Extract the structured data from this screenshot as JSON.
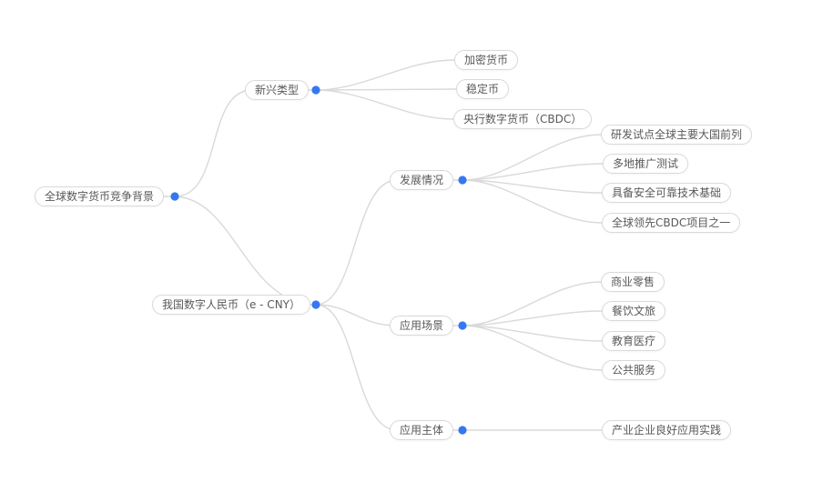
{
  "canvas": {
    "background_color": "#ffffff",
    "edge_color": "#d9d9d9",
    "node_border_color": "#d9d9d9",
    "node_background_color": "#ffffff",
    "node_text_color": "#595959",
    "anchor_dot_color": "#3577f2"
  },
  "mindmap": {
    "root": {
      "label": "全球数字货币竞争背景"
    },
    "branches": [
      {
        "label": "新兴类型",
        "children": [
          {
            "label": "加密货币"
          },
          {
            "label": "稳定币"
          },
          {
            "label": "央行数字货币（CBDC）"
          }
        ]
      },
      {
        "label": "我国数字人民币（e - CNY）",
        "children": [
          {
            "label": "发展情况",
            "children": [
              {
                "label": "研发试点全球主要大国前列"
              },
              {
                "label": "多地推广测试"
              },
              {
                "label": "具备安全可靠技术基础"
              },
              {
                "label": "全球领先CBDC项目之一"
              }
            ]
          },
          {
            "label": "应用场景",
            "children": [
              {
                "label": "商业零售"
              },
              {
                "label": "餐饮文旅"
              },
              {
                "label": "教育医疗"
              },
              {
                "label": "公共服务"
              }
            ]
          },
          {
            "label": "应用主体",
            "children": [
              {
                "label": "产业企业良好应用实践"
              }
            ]
          }
        ]
      }
    ]
  }
}
